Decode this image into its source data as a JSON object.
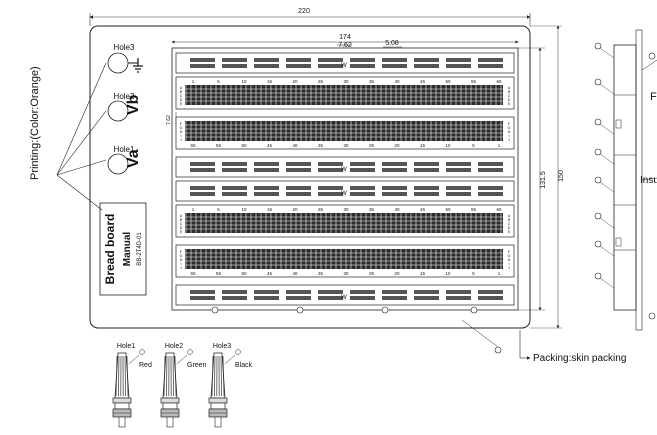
{
  "dimensions": {
    "overall_width": "220",
    "pcb_width": "174",
    "hole_pitch": "7.62",
    "block_pitch": "5.08",
    "vertical_gap": "7.62",
    "board_height": "131.5",
    "overall_height": "150"
  },
  "printing_label": "Printing:(Color:Orange)",
  "packing_label": "Packing:skin packing",
  "holes": {
    "hole1": "Hole1",
    "hole2": "Hole2",
    "hole3": "Hole3"
  },
  "symbols": {
    "va": "Va",
    "vb": "Vb"
  },
  "logo": {
    "name": "Bread board",
    "brand": "Manual",
    "model": "BB-2T4D-01"
  },
  "column_labels": [
    "1",
    "5",
    "10",
    "15",
    "20",
    "25",
    "30",
    "35",
    "40",
    "45",
    "50",
    "55",
    "60"
  ],
  "column_labels_reversed": [
    "60",
    "55",
    "50",
    "45",
    "40",
    "35",
    "30",
    "25",
    "20",
    "15",
    "10",
    "5",
    "1"
  ],
  "row_letters_top": [
    "A",
    "B",
    "C",
    "D",
    "E"
  ],
  "row_letters_bottom": [
    "F",
    "G",
    "H",
    "I",
    "J"
  ],
  "bus_marker": "W",
  "posts": [
    {
      "hole": "Hole1",
      "color": "Red",
      "hex": "#cc2222"
    },
    {
      "hole": "Hole2",
      "color": "Green",
      "hex": "#228833"
    },
    {
      "hole": "Hole3",
      "color": "Black",
      "hex": "#111111"
    }
  ],
  "side_view": {
    "label_f": "F",
    "label_insu": "Insu"
  }
}
